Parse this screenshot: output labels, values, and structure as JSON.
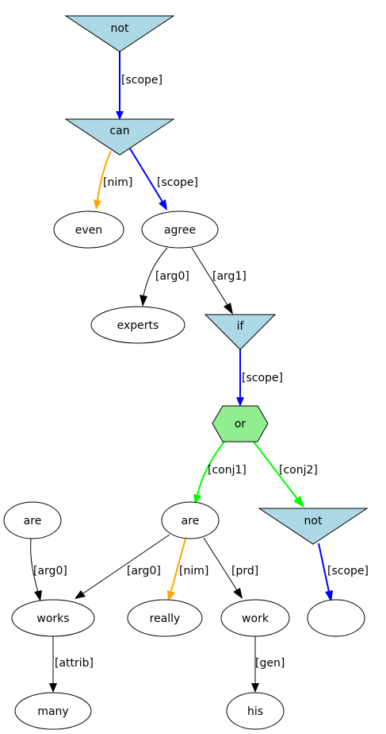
{
  "colors": {
    "scope": "#0000ff",
    "nim": "#ffa500",
    "conj": "#00ff00",
    "plain": "#000000",
    "triangle_fill": "#add8e6",
    "hexagon_fill": "#90ee90"
  },
  "nodes": {
    "not_top": "not",
    "can": "can",
    "even": "even",
    "agree": "agree",
    "experts": "experts",
    "if": "if",
    "or": "or",
    "are_left": "are",
    "are_mid": "are",
    "not_right": "not",
    "empty": "",
    "works": "works",
    "really": "really",
    "work": "work",
    "many": "many",
    "his": "his"
  },
  "edges": {
    "not_can": "[scope]",
    "can_even": "[nim]",
    "can_agree": "[scope]",
    "agree_experts": "[arg0]",
    "agree_if": "[arg1]",
    "if_or": "[scope]",
    "or_are": "[conj1]",
    "or_not": "[conj2]",
    "areleft_works": "[arg0]",
    "aremid_works": "[arg0]",
    "aremid_really": "[nim]",
    "aremid_work": "[prd]",
    "not_empty": "[scope]",
    "works_many": "[attrib]",
    "work_his": "[gen]"
  }
}
